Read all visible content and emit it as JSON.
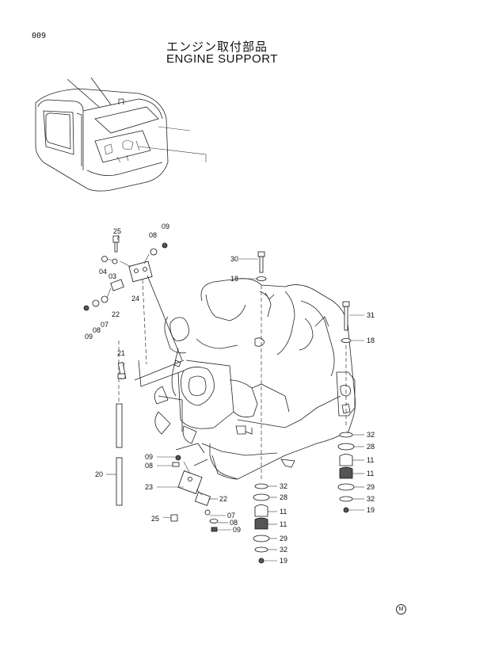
{
  "page": {
    "code": "009",
    "title_jp": "エンジン取付部品",
    "title_en": "ENGINE SUPPORT",
    "mark": "M"
  },
  "callouts": {
    "c25a": "25",
    "c09a": "09",
    "c08a": "08",
    "c04": "04",
    "c03": "03",
    "c24": "24",
    "c22a": "22",
    "c07a": "07",
    "c08b": "08",
    "c09b": "09",
    "c21": "21",
    "c20": "20",
    "c09c": "09",
    "c08c": "08",
    "c23": "23",
    "c22b": "22",
    "c25b": "25",
    "c07b": "07",
    "c08d": "08",
    "c09d": "09",
    "c30": "30",
    "c18a": "18",
    "c31": "31",
    "c18b": "18",
    "c32a": "32",
    "c28a": "28",
    "c11a": "11",
    "c11b": "11",
    "c29a": "29",
    "c32b": "32",
    "c19a": "19",
    "c32c": "32",
    "c28b": "28",
    "c11c": "11",
    "c11d": "11",
    "c29b": "29",
    "c32d": "32",
    "c19b": "19"
  }
}
